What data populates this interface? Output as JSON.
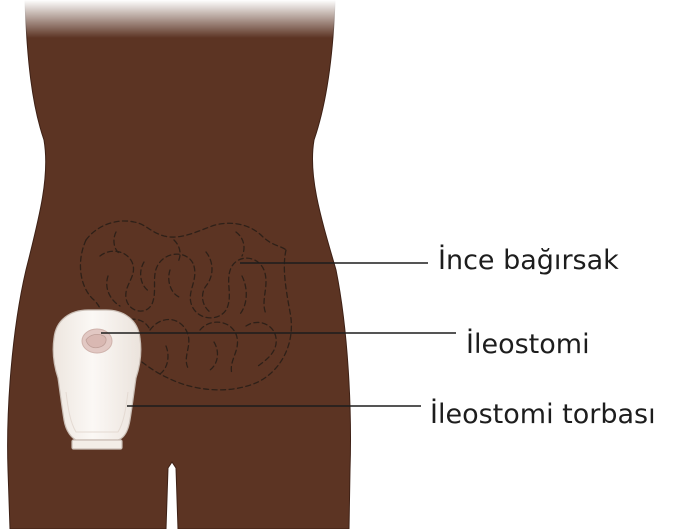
{
  "labels": {
    "small_intestine": "İnce bağırsak",
    "ileostomy": "İleostomi",
    "ileostomy_bag": "İleostomi torbası"
  },
  "colors": {
    "skin": "#5c3423",
    "skin_edge": "#3e2116",
    "bag": "#f5efe9",
    "bag_edge": "#c9bdb4",
    "stoma": "#e2c8c3",
    "line": "#1d1d1d",
    "background": "#ffffff"
  }
}
